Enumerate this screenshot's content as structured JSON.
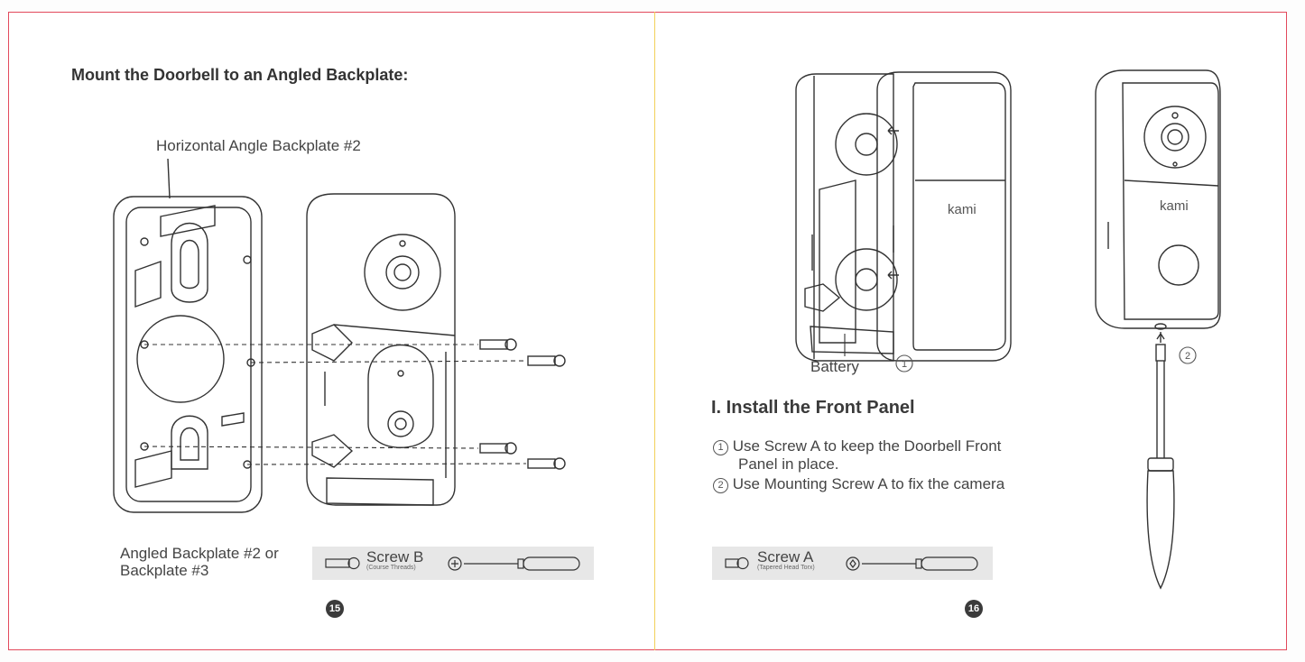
{
  "left_page": {
    "title": "Mount the Doorbell to an Angled Backplate:",
    "backplate_label": "Horizontal Angle Backplate #2",
    "bottom_label_line1": "Angled Backplate #2 or",
    "bottom_label_line2": "Backplate #3",
    "screw_name": "Screw B",
    "screw_note": "(Course Threads)",
    "page_number": "15"
  },
  "right_page": {
    "battery_label": "Battery",
    "callout_1": "1",
    "callout_2": "2",
    "brand": "kami",
    "heading": "I. Install the Front Panel",
    "steps": [
      {
        "num": "1",
        "line1": "Use Screw A to keep the Doorbell Front",
        "line2": "Panel in place."
      },
      {
        "num": "2",
        "line1": "Use Mounting Screw A to fix the camera",
        "line2": ""
      }
    ],
    "screw_name": "Screw A",
    "screw_note": "(Tapered Head Torx)",
    "page_number": "16"
  },
  "colors": {
    "frame": "#e2495c",
    "divider": "#f2d05a",
    "tool_bar": "#e7e7e7"
  }
}
